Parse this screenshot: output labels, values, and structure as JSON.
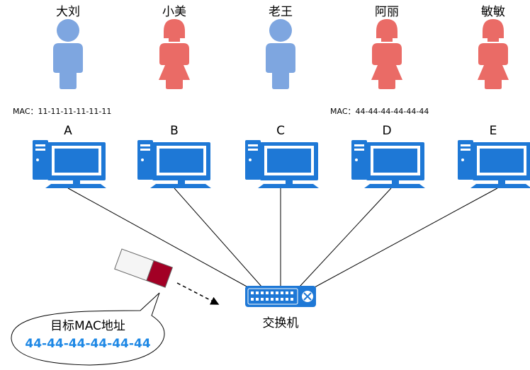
{
  "people": [
    {
      "name": "大刘",
      "gender": "male"
    },
    {
      "name": "小美",
      "gender": "female"
    },
    {
      "name": "老王",
      "gender": "male"
    },
    {
      "name": "阿丽",
      "gender": "female"
    },
    {
      "name": "敏敏",
      "gender": "female"
    }
  ],
  "computers": [
    {
      "label": "A",
      "mac": "MAC：11-11-11-11-11-11"
    },
    {
      "label": "B",
      "mac": ""
    },
    {
      "label": "C",
      "mac": ""
    },
    {
      "label": "D",
      "mac": "MAC：44-44-44-44-44-44"
    },
    {
      "label": "E",
      "mac": ""
    }
  ],
  "switch": {
    "label": "交换机"
  },
  "frame": {
    "callout_title": "目标MAC地址",
    "callout_mac": "44-44-44-44-44-44"
  },
  "colors": {
    "male": "#7EA6E0",
    "female": "#EA6B66",
    "pc_blue": "#1E78D6",
    "mac_text": "#1E88E5",
    "frame_red": "#A20025",
    "frame_body": "#F5F5F5",
    "icon": "user-icon"
  }
}
